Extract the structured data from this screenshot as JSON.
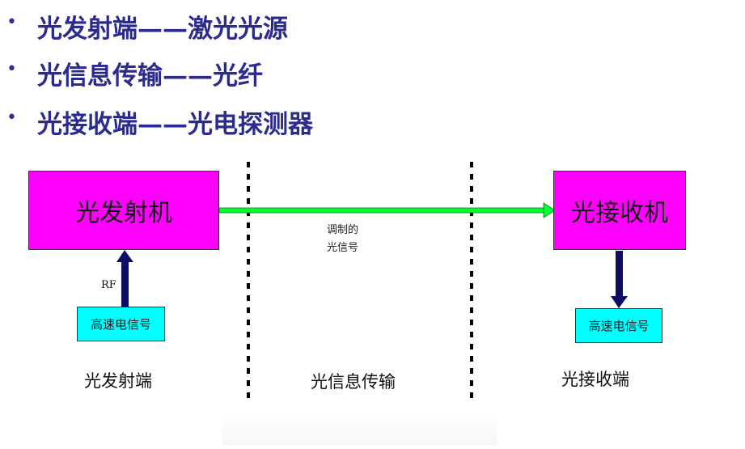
{
  "bullets": [
    "光发射端——激光光源",
    "光信息传输——光纤",
    "光接收端——光电探测器"
  ],
  "transmitter": {
    "label": "光发射机",
    "input_signal": "高速电信号",
    "input_tag": "RF"
  },
  "receiver": {
    "label": "光接收机",
    "output_signal": "高速电信号"
  },
  "link": {
    "line1": "调制的",
    "line2": "光信号"
  },
  "sections": {
    "transmit": "光发射端",
    "transmission": "光信息传输",
    "receive": "光接收端"
  },
  "colors": {
    "machine_box": "#ff00ff",
    "signal_box": "#00ffff",
    "optical_arrow": "#00ff33",
    "electrical_arrow": "#0d0d66",
    "bullet_text": "#2b2b8f"
  }
}
